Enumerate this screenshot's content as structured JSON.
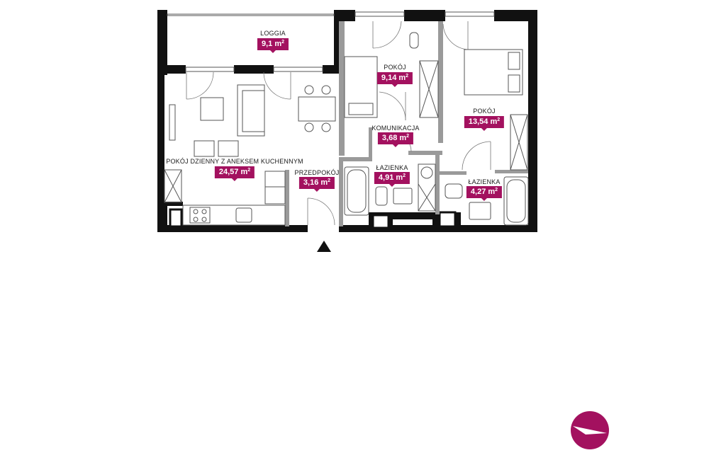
{
  "colors": {
    "accent": "#a3115f",
    "wall": "#111111",
    "partition": "#9a9a9a",
    "furniture": "#555555"
  },
  "rooms": [
    {
      "id": "loggia",
      "label": "LOGGIA",
      "area": "9,1",
      "unit": "m",
      "unit_sup": "2"
    },
    {
      "id": "pokoj-small",
      "label": "POKÓJ",
      "area": "9,14",
      "unit": "m",
      "unit_sup": "2"
    },
    {
      "id": "pokoj-large",
      "label": "POKÓJ",
      "area": "13,54",
      "unit": "m",
      "unit_sup": "2"
    },
    {
      "id": "komunikacja",
      "label": "KOMUNIKACJA",
      "area": "3,68",
      "unit": "m",
      "unit_sup": "2"
    },
    {
      "id": "pokoj-dzienny",
      "label": "POKÓJ DZIENNY Z ANEKSEM KUCHENNYM",
      "area": "24,57",
      "unit": "m",
      "unit_sup": "2"
    },
    {
      "id": "przedpokoj",
      "label": "PRZEDPOKÓJ",
      "area": "3,16",
      "unit": "m",
      "unit_sup": "2"
    },
    {
      "id": "lazienka-1",
      "label": "ŁAZIENKA",
      "area": "4,91",
      "unit": "m",
      "unit_sup": "2"
    },
    {
      "id": "lazienka-2",
      "label": "ŁAZIENKA",
      "area": "4,27",
      "unit": "m",
      "unit_sup": "2"
    }
  ],
  "icons": {
    "entrance": "entrance-arrow-icon",
    "compass": "compass-icon"
  }
}
